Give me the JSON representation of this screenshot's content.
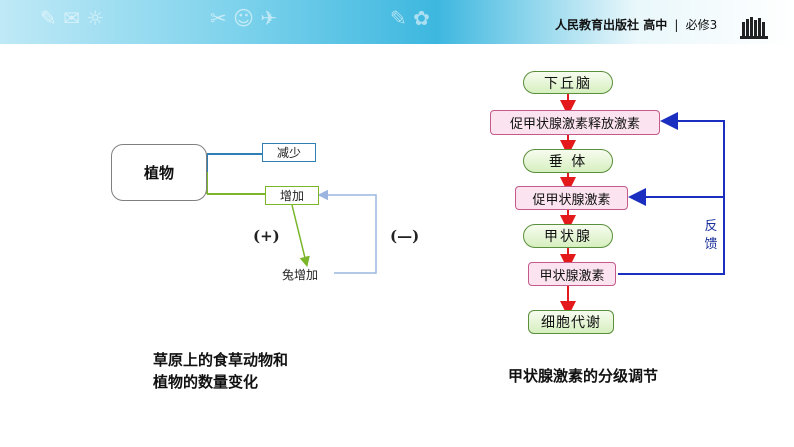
{
  "header": {
    "publisher": "人民教育出版社",
    "level": "高中",
    "separator": "|",
    "course": "必修3",
    "logo_icon": "books-logo-icon"
  },
  "left_diagram": {
    "plant_label": "植物",
    "decrease_label": "减少",
    "increase_label": "增加",
    "rabbit_label": "兔增加",
    "positive_sign": "(+)",
    "negative_sign": "(—)",
    "caption_line1": "草原上的食草动物和",
    "caption_line2": "植物的数量变化",
    "colors": {
      "plant_border": "#7f7f7f",
      "decrease_border": "#2f7fb5",
      "increase_border": "#7ab52a",
      "feedback_line": "#9bb5e0"
    }
  },
  "right_diagram": {
    "nodes": {
      "hypothalamus": "下丘脑",
      "trh": "促甲状腺激素释放激素",
      "pituitary": "垂 体",
      "tsh": "促甲状腺激素",
      "thyroid": "甲状腺",
      "thyroid_hormone": "甲状腺激素",
      "metabolism": "细胞代谢"
    },
    "feedback_label": "反馈",
    "caption": "甲状腺激素的分级调节",
    "colors": {
      "arrow": "#e3191c",
      "feedback": "#1a2fbf",
      "organ_fill": "#d6efbf",
      "hormone_fill": "#fbe3ef"
    }
  }
}
